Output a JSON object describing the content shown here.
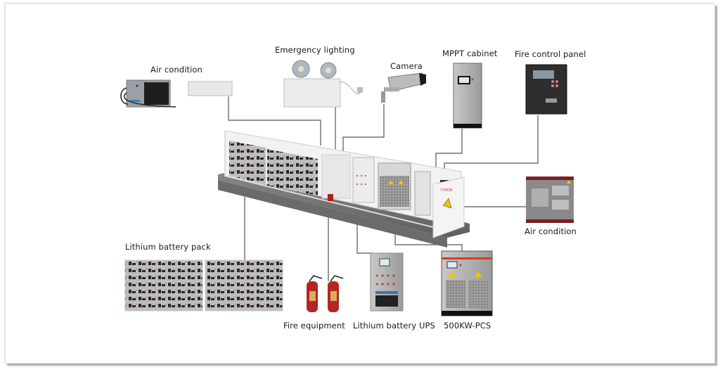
{
  "diagram": {
    "labels": {
      "air_condition_top": "Air condition",
      "emergency_lighting": "Emergency lighting",
      "camera": "Camera",
      "mppt_cabinet": "MPPT cabinet",
      "fire_control_panel": "Fire control panel",
      "air_condition_right": "Air condition",
      "lithium_battery_pack": "Lithium battery pack",
      "fire_equipment": "Fire equipment",
      "lithium_battery_ups": "Lithium battery UPS",
      "pcs": "500KW-PCS"
    },
    "container_brand": "TYRON"
  }
}
